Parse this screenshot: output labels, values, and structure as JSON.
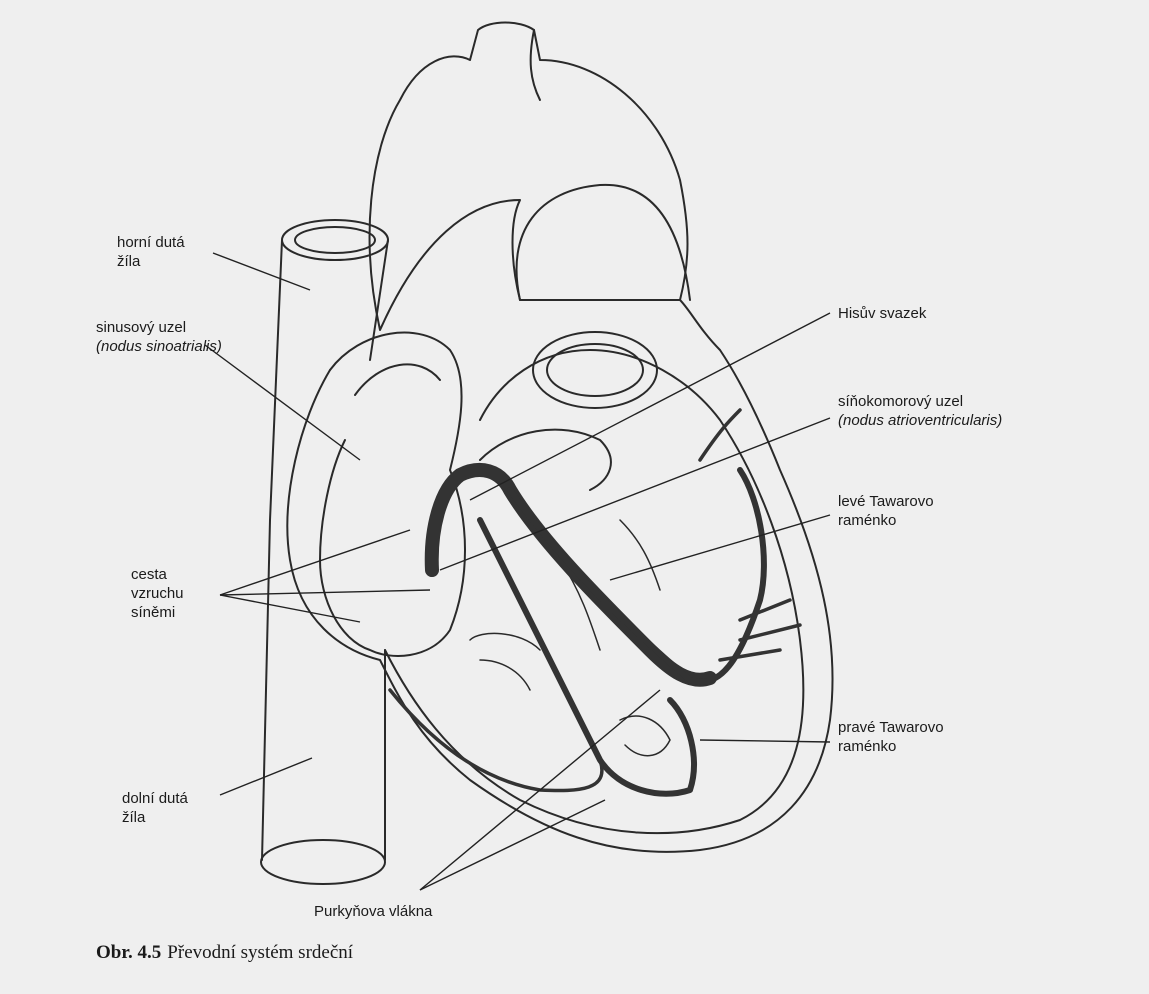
{
  "labels": {
    "horni_duta_zila": [
      "horní dutá",
      "žíla"
    ],
    "sinusovy_uzel": "sinusový uzel",
    "sinusovy_uzel_latin": "(nodus sinoatrialis)",
    "hisuv_svazek": "Hisův svazek",
    "sinokomorovy_uzel": "síňokomorový uzel",
    "sinokomorovy_uzel_latin": "(nodus atrioventricularis)",
    "leve_tawarovo": [
      "levé Tawarovo",
      "raménko"
    ],
    "cesta_vzruchu": [
      "cesta",
      "vzruchu",
      "síněmi"
    ],
    "prave_tawarovo": [
      "pravé Tawarovo",
      "raménko"
    ],
    "dolni_duta_zila": [
      "dolní dutá",
      "žíla"
    ],
    "purkynova_vlakna": "Purkyňova vlákna"
  },
  "caption": {
    "number": "Obr. 4.5",
    "text": "Převodní systém srdeční"
  },
  "colors": {
    "background": "#efefef",
    "line": "#2a2a2a",
    "conduction": "#333333"
  }
}
